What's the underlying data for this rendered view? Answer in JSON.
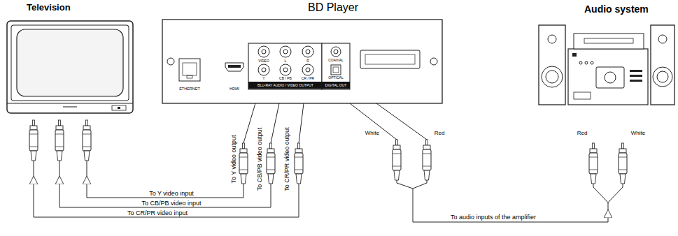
{
  "diagram": {
    "nodes": [
      {
        "text": [
          "Television"
        ]
      },
      {
        "text": [
          "BD Player"
        ]
      },
      {
        "text": [
          "Audio system"
        ]
      }
    ],
    "edges": [
      {
        "from": 1,
        "to": 0,
        "arrow": "to",
        "label": "To Y video input"
      },
      {
        "from": 1,
        "to": 0,
        "arrow": "to",
        "label": "To CB/PB video input"
      },
      {
        "from": 1,
        "to": 0,
        "arrow": "to",
        "label": "To CR/PR video input"
      },
      {
        "from": 1,
        "to": 2,
        "arrow": "to",
        "label": "To audio inputs of the amplifier"
      }
    ],
    "labels": [
      "ETHERNET",
      "HDMI",
      "VIDEO",
      "L",
      "R",
      "Y",
      "CB / PB",
      "CR / PR",
      "BLU-RAY AUDIO / VIDEO OUTPUT",
      "COAXIAL",
      "OPTICAL",
      "DIGITAL OUT",
      "To Y video output",
      "To CB/PB video output",
      "To CR/PR video output",
      "White",
      "Red",
      "Red",
      "White"
    ]
  }
}
